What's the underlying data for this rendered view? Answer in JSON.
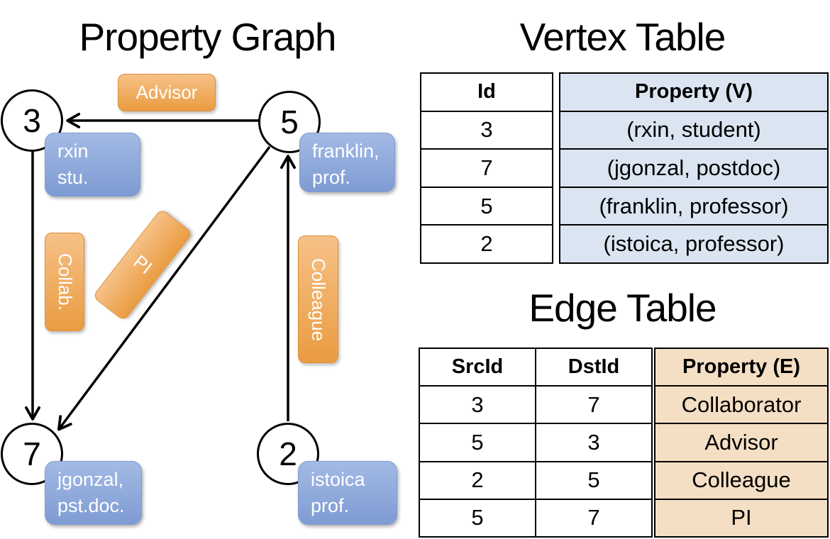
{
  "titles": {
    "graph": "Property Graph",
    "vertex": "Vertex Table",
    "edge": "Edge Table"
  },
  "colors": {
    "edge_label_top": "#f6c187",
    "edge_label_bottom": "#ea9c41",
    "vertex_label_top": "#a3bae4",
    "vertex_label_bottom": "#7e9bd3",
    "vertex_table_fill": "#dbe5f2",
    "edge_table_fill": "#f4dfc4"
  },
  "graph": {
    "nodes": [
      {
        "id": "3",
        "property": [
          "rxin",
          "stu."
        ]
      },
      {
        "id": "5",
        "property": [
          "franklin,",
          "prof."
        ]
      },
      {
        "id": "7",
        "property": [
          "jgonzal,",
          "pst.doc."
        ]
      },
      {
        "id": "2",
        "property": [
          "istoica",
          "prof."
        ]
      }
    ],
    "edge_labels": [
      "Advisor",
      "Collab.",
      "PI",
      "Colleague"
    ]
  },
  "vertex_table": {
    "headers": {
      "id": "Id",
      "property": "Property (V)"
    },
    "rows": [
      {
        "id": "3",
        "property": "(rxin, student)"
      },
      {
        "id": "7",
        "property": "(jgonzal, postdoc)"
      },
      {
        "id": "5",
        "property": "(franklin, professor)"
      },
      {
        "id": "2",
        "property": "(istoica, professor)"
      }
    ]
  },
  "edge_table": {
    "headers": {
      "src": "SrcId",
      "dst": "DstId",
      "property": "Property (E)"
    },
    "rows": [
      {
        "src": "3",
        "dst": "7",
        "property": "Collaborator"
      },
      {
        "src": "5",
        "dst": "3",
        "property": "Advisor"
      },
      {
        "src": "2",
        "dst": "5",
        "property": "Colleague"
      },
      {
        "src": "5",
        "dst": "7",
        "property": "PI"
      }
    ]
  }
}
